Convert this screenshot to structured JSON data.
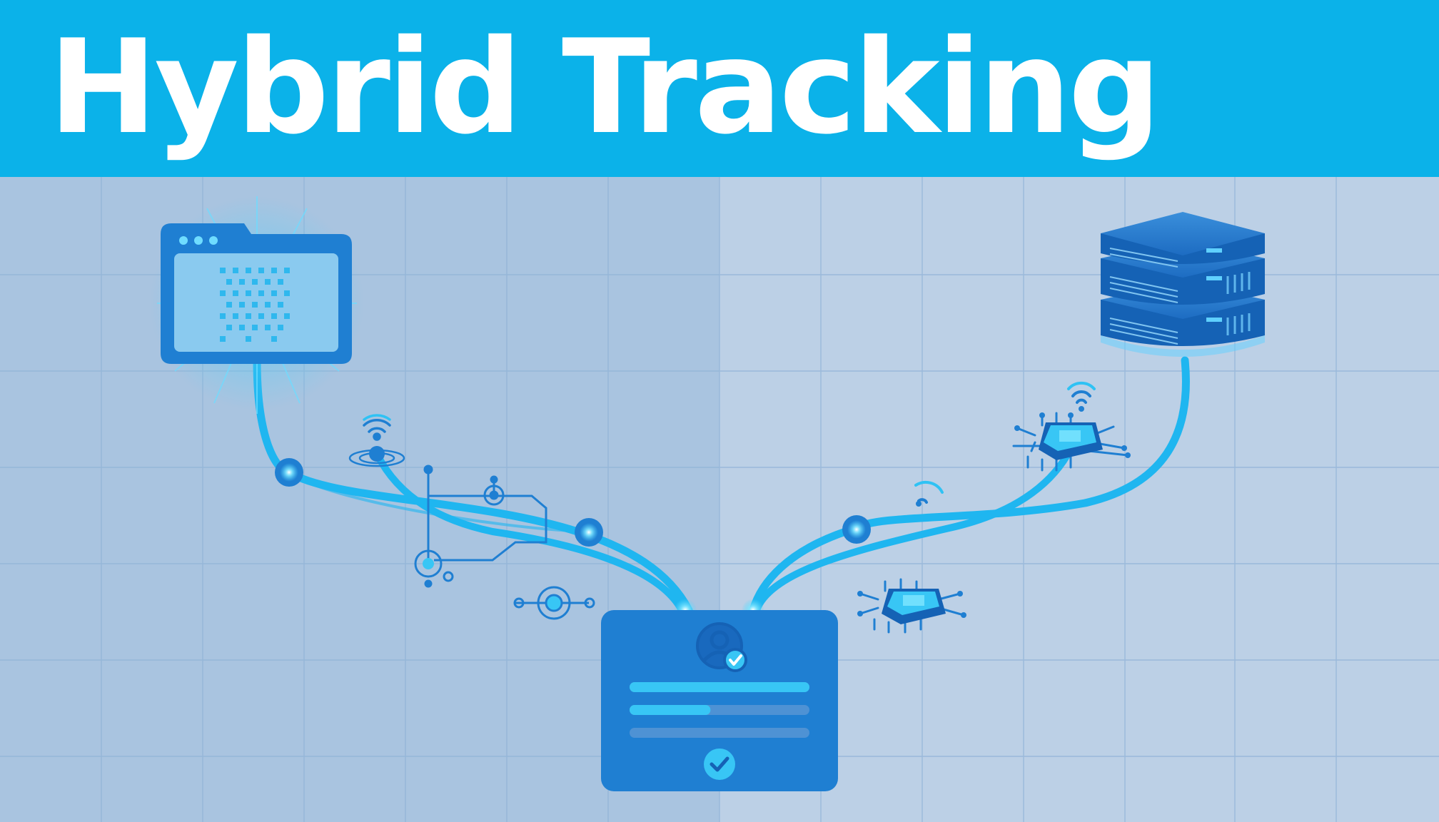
{
  "title": "Hybrid Tracking",
  "colors": {
    "banner": "#0bb2e9",
    "background_left": "#a9c4e0",
    "background_right": "#bcd0e6",
    "grid_line": "#8fb2d6",
    "node_blue": "#1f7fd2",
    "node_dark": "#1562b5",
    "flow_line": "#1fb6f0",
    "glow_cyan": "#5fe0ff",
    "text_on_banner": "#ffffff"
  },
  "icons": {
    "client": "browser-window-icon",
    "pixel": "tracking-pixel-icon",
    "server": "server-stack-icon",
    "chip": "chip-icon",
    "signal": "wifi-signal-icon",
    "user": "user-check-icon",
    "check": "check-icon"
  },
  "profile_card": {
    "progress": [
      1.0,
      0.45,
      0.0
    ]
  }
}
